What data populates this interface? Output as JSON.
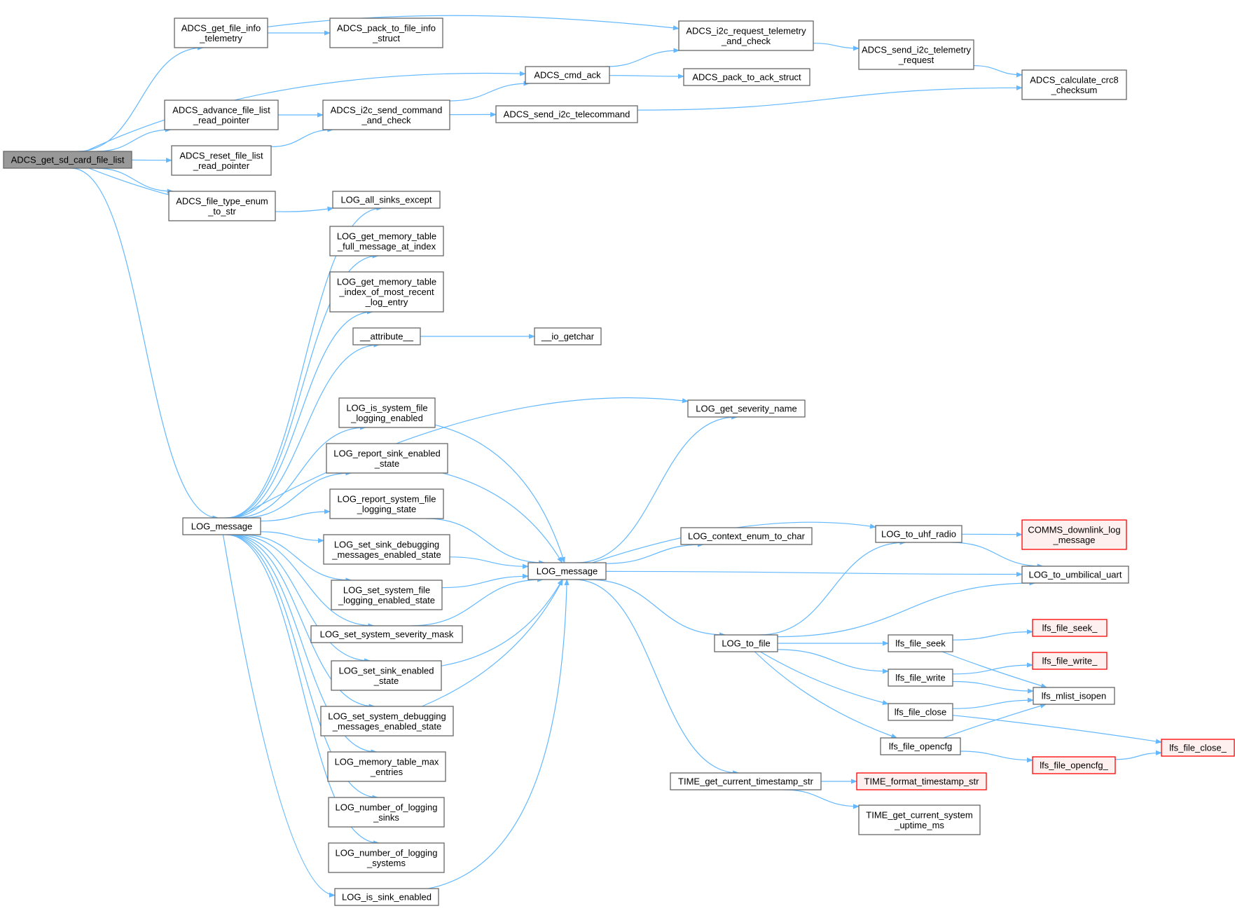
{
  "diagram": {
    "type": "call-graph",
    "colors": {
      "edge": "#63b8ff",
      "node_border": "#666666",
      "root_fill": "#999999",
      "external_border": "#ff0000",
      "external_fill": "#fff0f0"
    },
    "nodes": [
      {
        "id": "root",
        "lines": [
          "ADCS_get_sd_card_file_list"
        ],
        "style": "root"
      },
      {
        "id": "get_file_info_tel",
        "lines": [
          "ADCS_get_file_info",
          "_telemetry"
        ]
      },
      {
        "id": "pack_file_info",
        "lines": [
          "ADCS_pack_to_file_info",
          "_struct"
        ]
      },
      {
        "id": "i2c_req_tel",
        "lines": [
          "ADCS_i2c_request_telemetry",
          "_and_check"
        ]
      },
      {
        "id": "send_i2c_tel_req",
        "lines": [
          "ADCS_send_i2c_telemetry",
          "_request"
        ]
      },
      {
        "id": "crc8",
        "lines": [
          "ADCS_calculate_crc8",
          "_checksum"
        ]
      },
      {
        "id": "cmd_ack",
        "lines": [
          "ADCS_cmd_ack"
        ]
      },
      {
        "id": "pack_ack",
        "lines": [
          "ADCS_pack_to_ack_struct"
        ]
      },
      {
        "id": "advance_ptr",
        "lines": [
          "ADCS_advance_file_list",
          "_read_pointer"
        ]
      },
      {
        "id": "i2c_send_cmd",
        "lines": [
          "ADCS_i2c_send_command",
          "_and_check"
        ]
      },
      {
        "id": "send_i2c_telecmd",
        "lines": [
          "ADCS_send_i2c_telecommand"
        ]
      },
      {
        "id": "reset_ptr",
        "lines": [
          "ADCS_reset_file_list",
          "_read_pointer"
        ]
      },
      {
        "id": "file_type_enum",
        "lines": [
          "ADCS_file_type_enum",
          "_to_str"
        ]
      },
      {
        "id": "all_sinks_except",
        "lines": [
          "LOG_all_sinks_except"
        ]
      },
      {
        "id": "mem_full_msg",
        "lines": [
          "LOG_get_memory_table",
          "_full_message_at_index"
        ]
      },
      {
        "id": "mem_recent",
        "lines": [
          "LOG_get_memory_table",
          "_index_of_most_recent",
          "_log_entry"
        ]
      },
      {
        "id": "attribute",
        "lines": [
          "__attribute__"
        ]
      },
      {
        "id": "io_getchar",
        "lines": [
          "__io_getchar"
        ]
      },
      {
        "id": "severity_name",
        "lines": [
          "LOG_get_severity_name"
        ]
      },
      {
        "id": "is_sys_file",
        "lines": [
          "LOG_is_system_file",
          "_logging_enabled"
        ]
      },
      {
        "id": "report_sink",
        "lines": [
          "LOG_report_sink_enabled",
          "_state"
        ]
      },
      {
        "id": "report_sys_file",
        "lines": [
          "LOG_report_system_file",
          "_logging_state"
        ]
      },
      {
        "id": "log_message_a",
        "lines": [
          "LOG_message"
        ]
      },
      {
        "id": "set_sink_debug",
        "lines": [
          "LOG_set_sink_debugging",
          "_messages_enabled_state"
        ]
      },
      {
        "id": "log_message_b",
        "lines": [
          "LOG_message"
        ]
      },
      {
        "id": "set_sys_file",
        "lines": [
          "LOG_set_system_file",
          "_logging_enabled_state"
        ]
      },
      {
        "id": "set_sev_mask",
        "lines": [
          "LOG_set_system_severity_mask"
        ]
      },
      {
        "id": "set_sink_enabled",
        "lines": [
          "LOG_set_sink_enabled",
          "_state"
        ]
      },
      {
        "id": "set_sys_debug",
        "lines": [
          "LOG_set_system_debugging",
          "_messages_enabled_state"
        ]
      },
      {
        "id": "mem_max",
        "lines": [
          "LOG_memory_table_max",
          "_entries"
        ]
      },
      {
        "id": "num_sinks",
        "lines": [
          "LOG_number_of_logging",
          "_sinks"
        ]
      },
      {
        "id": "num_systems",
        "lines": [
          "LOG_number_of_logging",
          "_systems"
        ]
      },
      {
        "id": "is_sink_enabled",
        "lines": [
          "LOG_is_sink_enabled"
        ]
      },
      {
        "id": "ctx_enum",
        "lines": [
          "LOG_context_enum_to_char"
        ]
      },
      {
        "id": "to_uhf",
        "lines": [
          "LOG_to_uhf_radio"
        ]
      },
      {
        "id": "comms_downlink",
        "lines": [
          "COMMS_downlink_log",
          "_message"
        ],
        "style": "red"
      },
      {
        "id": "to_uart",
        "lines": [
          "LOG_to_umbilical_uart"
        ]
      },
      {
        "id": "to_file",
        "lines": [
          "LOG_to_file"
        ]
      },
      {
        "id": "lfs_seek",
        "lines": [
          "lfs_file_seek"
        ]
      },
      {
        "id": "lfs_seek_",
        "lines": [
          "lfs_file_seek_"
        ],
        "style": "red"
      },
      {
        "id": "lfs_write",
        "lines": [
          "lfs_file_write"
        ]
      },
      {
        "id": "lfs_write_",
        "lines": [
          "lfs_file_write_"
        ],
        "style": "red"
      },
      {
        "id": "mlist_isopen",
        "lines": [
          "lfs_mlist_isopen"
        ]
      },
      {
        "id": "lfs_close",
        "lines": [
          "lfs_file_close"
        ]
      },
      {
        "id": "lfs_close_",
        "lines": [
          "lfs_file_close_"
        ],
        "style": "red"
      },
      {
        "id": "lfs_opencfg",
        "lines": [
          "lfs_file_opencfg"
        ]
      },
      {
        "id": "lfs_opencfg_",
        "lines": [
          "lfs_file_opencfg_"
        ],
        "style": "red"
      },
      {
        "id": "time_ts_str",
        "lines": [
          "TIME_get_current_timestamp_str"
        ]
      },
      {
        "id": "time_fmt",
        "lines": [
          "TIME_format_timestamp_str"
        ],
        "style": "red"
      },
      {
        "id": "time_uptime",
        "lines": [
          "TIME_get_current_system",
          "_uptime_ms"
        ]
      }
    ],
    "edges": [
      [
        "root",
        "get_file_info_tel"
      ],
      [
        "root",
        "cmd_ack"
      ],
      [
        "root",
        "advance_ptr"
      ],
      [
        "root",
        "reset_ptr"
      ],
      [
        "root",
        "file_type_enum"
      ],
      [
        "root",
        "all_sinks_except"
      ],
      [
        "root",
        "log_message_a"
      ],
      [
        "get_file_info_tel",
        "pack_file_info"
      ],
      [
        "get_file_info_tel",
        "i2c_req_tel"
      ],
      [
        "i2c_req_tel",
        "send_i2c_tel_req"
      ],
      [
        "send_i2c_tel_req",
        "crc8"
      ],
      [
        "cmd_ack",
        "i2c_req_tel"
      ],
      [
        "cmd_ack",
        "pack_ack"
      ],
      [
        "advance_ptr",
        "i2c_send_cmd"
      ],
      [
        "reset_ptr",
        "i2c_send_cmd"
      ],
      [
        "i2c_send_cmd",
        "cmd_ack"
      ],
      [
        "i2c_send_cmd",
        "send_i2c_telecmd"
      ],
      [
        "send_i2c_telecmd",
        "crc8"
      ],
      [
        "log_message_a",
        "all_sinks_except"
      ],
      [
        "log_message_a",
        "mem_full_msg"
      ],
      [
        "log_message_a",
        "mem_recent"
      ],
      [
        "log_message_a",
        "attribute"
      ],
      [
        "log_message_a",
        "severity_name"
      ],
      [
        "log_message_a",
        "is_sys_file"
      ],
      [
        "log_message_a",
        "report_sink"
      ],
      [
        "log_message_a",
        "report_sys_file"
      ],
      [
        "log_message_a",
        "set_sink_debug"
      ],
      [
        "log_message_a",
        "set_sys_file"
      ],
      [
        "log_message_a",
        "set_sev_mask"
      ],
      [
        "log_message_a",
        "set_sink_enabled"
      ],
      [
        "log_message_a",
        "set_sys_debug"
      ],
      [
        "log_message_a",
        "mem_max"
      ],
      [
        "log_message_a",
        "num_sinks"
      ],
      [
        "log_message_a",
        "num_systems"
      ],
      [
        "log_message_a",
        "is_sink_enabled"
      ],
      [
        "attribute",
        "io_getchar"
      ],
      [
        "is_sys_file",
        "log_message_b"
      ],
      [
        "report_sink",
        "log_message_b"
      ],
      [
        "report_sys_file",
        "log_message_b"
      ],
      [
        "set_sink_debug",
        "log_message_b"
      ],
      [
        "set_sys_file",
        "log_message_b"
      ],
      [
        "set_sev_mask",
        "log_message_b"
      ],
      [
        "set_sink_enabled",
        "log_message_b"
      ],
      [
        "set_sys_debug",
        "log_message_b"
      ],
      [
        "is_sink_enabled",
        "log_message_b"
      ],
      [
        "log_message_b",
        "severity_name"
      ],
      [
        "log_message_b",
        "ctx_enum"
      ],
      [
        "log_message_b",
        "to_uhf"
      ],
      [
        "log_message_b",
        "to_uart"
      ],
      [
        "log_message_b",
        "to_file"
      ],
      [
        "log_message_b",
        "time_ts_str"
      ],
      [
        "to_uhf",
        "comms_downlink"
      ],
      [
        "to_uhf",
        "to_uart"
      ],
      [
        "to_file",
        "to_uhf"
      ],
      [
        "to_file",
        "to_uart"
      ],
      [
        "to_file",
        "lfs_seek"
      ],
      [
        "to_file",
        "lfs_write"
      ],
      [
        "to_file",
        "lfs_close"
      ],
      [
        "to_file",
        "lfs_opencfg"
      ],
      [
        "lfs_seek",
        "lfs_seek_"
      ],
      [
        "lfs_seek",
        "mlist_isopen"
      ],
      [
        "lfs_write",
        "lfs_write_"
      ],
      [
        "lfs_write",
        "mlist_isopen"
      ],
      [
        "lfs_close",
        "mlist_isopen"
      ],
      [
        "lfs_close",
        "lfs_close_"
      ],
      [
        "lfs_opencfg",
        "mlist_isopen"
      ],
      [
        "lfs_opencfg",
        "lfs_opencfg_"
      ],
      [
        "lfs_opencfg_",
        "lfs_close_"
      ],
      [
        "time_ts_str",
        "time_fmt"
      ],
      [
        "time_ts_str",
        "time_uptime"
      ]
    ]
  }
}
